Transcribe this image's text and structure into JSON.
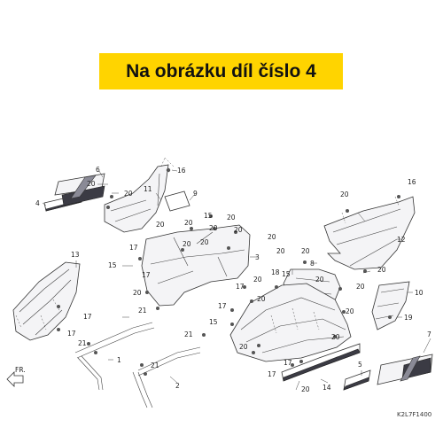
{
  "banner": {
    "title": "Na obrázku díl číslo 4",
    "color": "#ffd400"
  },
  "diagram_code": "K2L7F1400",
  "direction": "FR.",
  "labels": {
    "n1": "1",
    "n2": "2",
    "n3": "3",
    "n4": "4",
    "n5": "5",
    "n6": "6",
    "n7": "7",
    "n8": "8",
    "n9": "9",
    "n10": "10",
    "n11": "11",
    "n12": "12",
    "n13": "13",
    "n14": "14",
    "n15": "15",
    "n16": "16",
    "n17": "17",
    "n18": "18",
    "n19": "19",
    "n20": "20",
    "n21": "21"
  }
}
